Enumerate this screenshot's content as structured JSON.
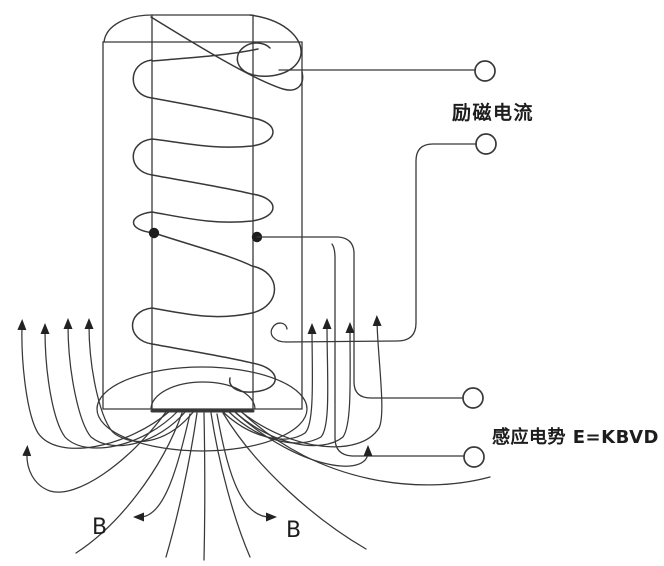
{
  "figure": {
    "type": "schematic-diagram",
    "background_color": "#ffffff",
    "ink_color": "#383838",
    "labels": {
      "excitation_current": "励磁电流",
      "induced_emf": "感应电势 E=KBVD",
      "field_left": "B",
      "field_right": "B"
    },
    "terminals": [
      {
        "name": "excitation-terminal-top"
      },
      {
        "name": "excitation-terminal-bottom"
      },
      {
        "name": "signal-terminal-top"
      },
      {
        "name": "signal-terminal-bottom"
      }
    ]
  }
}
